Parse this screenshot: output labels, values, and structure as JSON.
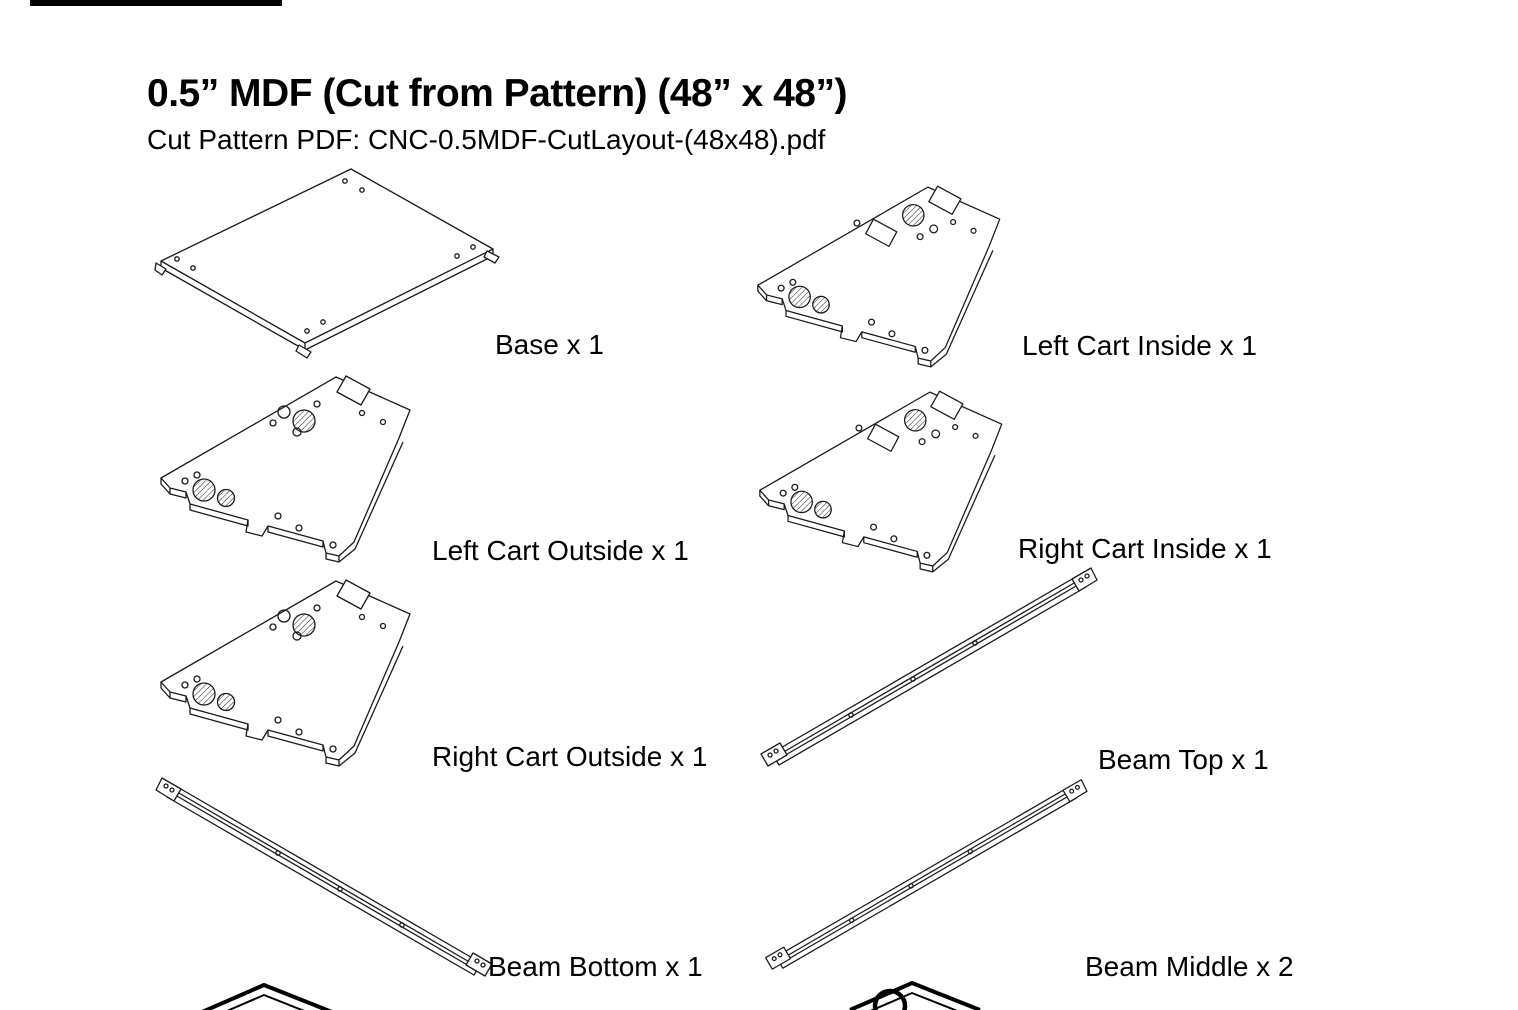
{
  "page": {
    "title": "0.5” MDF (Cut from Pattern) (48” x 48”)",
    "subtitle": "Cut Pattern PDF: CNC-0.5MDF-CutLayout-(48x48).pdf"
  },
  "parts": [
    {
      "id": "base",
      "label": "Base x 1"
    },
    {
      "id": "left-cart-inside",
      "label": "Left Cart Inside x 1"
    },
    {
      "id": "left-cart-outside",
      "label": "Left Cart Outside x 1"
    },
    {
      "id": "right-cart-inside",
      "label": "Right Cart Inside x 1"
    },
    {
      "id": "right-cart-outside",
      "label": "Right Cart Outside x 1"
    },
    {
      "id": "beam-top",
      "label": "Beam Top x 1"
    },
    {
      "id": "beam-bottom",
      "label": "Beam Bottom x 1"
    },
    {
      "id": "beam-middle",
      "label": "Beam Middle x 2"
    }
  ],
  "colors": {
    "line": "#1a1a1a",
    "background": "#ffffff",
    "text": "#000000"
  }
}
